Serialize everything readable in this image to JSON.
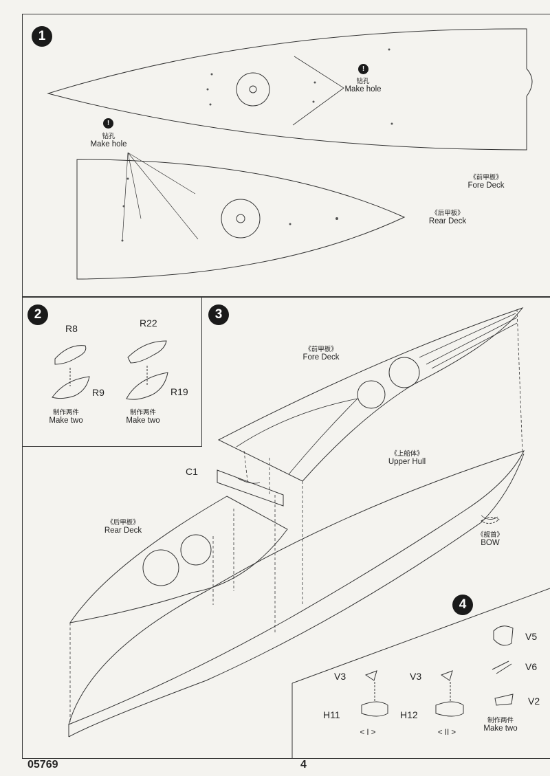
{
  "step1": {
    "number": "1",
    "fore_deck": {
      "cn": "《前甲板》",
      "en": "Fore Deck"
    },
    "rear_deck": {
      "cn": "《后甲板》",
      "en": "Rear Deck"
    },
    "hole_note_1": {
      "icon": "!",
      "cn": "钻孔",
      "en": "Make hole"
    },
    "hole_note_2": {
      "icon": "!",
      "cn": "钻孔",
      "en": "Make hole"
    }
  },
  "step2": {
    "number": "2",
    "left": {
      "top_part": "R8",
      "bottom_part": "R9",
      "cn": "制作两件",
      "en": "Make two"
    },
    "right": {
      "top_part": "R22",
      "bottom_part": "R19",
      "cn": "制作两件",
      "en": "Make two"
    }
  },
  "step3": {
    "number": "3",
    "fore_deck": {
      "cn": "《前甲板》",
      "en": "Fore Deck"
    },
    "upper_hull": {
      "cn": "《上船体》",
      "en": "Upper Hull"
    },
    "rear_deck": {
      "cn": "《后甲板》",
      "en": "Rear Deck"
    },
    "bow": {
      "cn": "《舰首》",
      "en": "BOW"
    },
    "c1": "C1"
  },
  "step4": {
    "number": "4",
    "assembly_1": {
      "top_part": "V3",
      "base_part": "H11",
      "variant": "< I >"
    },
    "assembly_2": {
      "top_part": "V3",
      "base_part": "H12",
      "variant": "< II >"
    },
    "stack": {
      "top": "V5",
      "middle": "V6",
      "bottom": "V2",
      "cn": "制作两件",
      "en": "Make two"
    }
  },
  "footer": {
    "code": "05769",
    "page": "4"
  }
}
